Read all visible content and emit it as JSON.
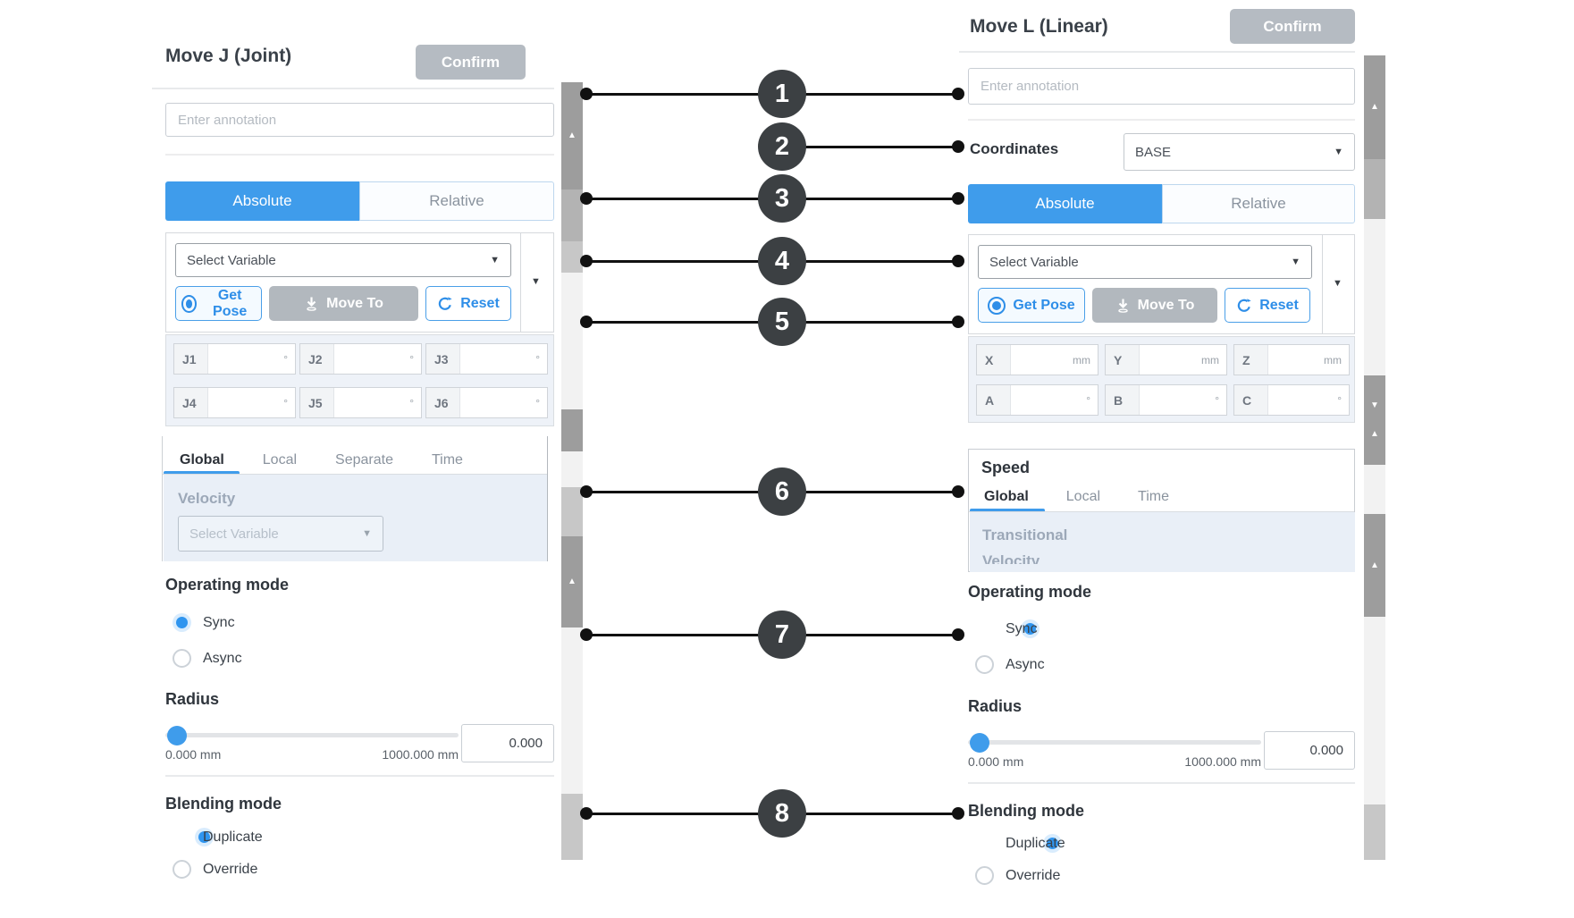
{
  "icons": {
    "up_arrow": "▲",
    "down_arrow": "▼",
    "dropdown_arrow": "▼"
  },
  "callouts": {
    "numbers": [
      "1",
      "2",
      "3",
      "4",
      "5",
      "6",
      "7",
      "8"
    ]
  },
  "colors": {
    "accent_blue": "#3f9ceb",
    "button_gray": "#b5bbc2",
    "callout_dark": "#3c4043",
    "selected_radio_blue": "#2f95ef"
  },
  "left_panel": {
    "title": "Move J (Joint)",
    "confirm_label": "Confirm",
    "annotation_placeholder": "Enter annotation",
    "mode_tabs": {
      "absolute": "Absolute",
      "relative": "Relative",
      "selected": "Absolute"
    },
    "variable_dropdown_placeholder": "Select Variable",
    "get_pose_label": "Get Pose",
    "move_to_label": "Move To",
    "reset_label": "Reset",
    "joints": [
      {
        "label": "J1",
        "unit": "°"
      },
      {
        "label": "J2",
        "unit": "°"
      },
      {
        "label": "J3",
        "unit": "°"
      },
      {
        "label": "J4",
        "unit": "°"
      },
      {
        "label": "J5",
        "unit": "°"
      },
      {
        "label": "J6",
        "unit": "°"
      }
    ],
    "speed_tabs": {
      "items": [
        "Global",
        "Local",
        "Separate",
        "Time"
      ],
      "selected": "Global"
    },
    "velocity": {
      "label": "Velocity",
      "placeholder": "Select Variable"
    },
    "operating_mode": {
      "heading": "Operating mode",
      "sync": "Sync",
      "async": "Async",
      "selected": "Sync"
    },
    "radius": {
      "heading": "Radius",
      "min_label": "0.000 mm",
      "max_label": "1000.000 mm",
      "value": "0.000"
    },
    "blending": {
      "heading": "Blending mode",
      "duplicate": "Duplicate",
      "override": "Override",
      "selected": "Duplicate"
    }
  },
  "right_panel": {
    "title": "Move L (Linear)",
    "confirm_label": "Confirm",
    "annotation_placeholder": "Enter annotation",
    "coordinates": {
      "label": "Coordinates",
      "value": "BASE"
    },
    "mode_tabs": {
      "absolute": "Absolute",
      "relative": "Relative",
      "selected": "Absolute"
    },
    "variable_dropdown_placeholder": "Select Variable",
    "get_pose_label": "Get Pose",
    "move_to_label": "Move To",
    "reset_label": "Reset",
    "pose_fields": [
      {
        "label": "X",
        "unit": "mm"
      },
      {
        "label": "Y",
        "unit": "mm"
      },
      {
        "label": "Z",
        "unit": "mm"
      },
      {
        "label": "A",
        "unit": "°"
      },
      {
        "label": "B",
        "unit": "°"
      },
      {
        "label": "C",
        "unit": "°"
      }
    ],
    "speed": {
      "heading": "Speed",
      "tabs": [
        "Global",
        "Local",
        "Time"
      ],
      "selected": "Global",
      "transitional_label": "Transitional",
      "clipped_label": "Velocity"
    },
    "operating_mode": {
      "heading": "Operating mode",
      "sync": "Sync",
      "async": "Async",
      "selected": "Sync"
    },
    "radius": {
      "heading": "Radius",
      "min_label": "0.000 mm",
      "max_label": "1000.000 mm",
      "value": "0.000"
    },
    "blending": {
      "heading": "Blending mode",
      "duplicate": "Duplicate",
      "override": "Override",
      "selected": "Duplicate"
    }
  }
}
